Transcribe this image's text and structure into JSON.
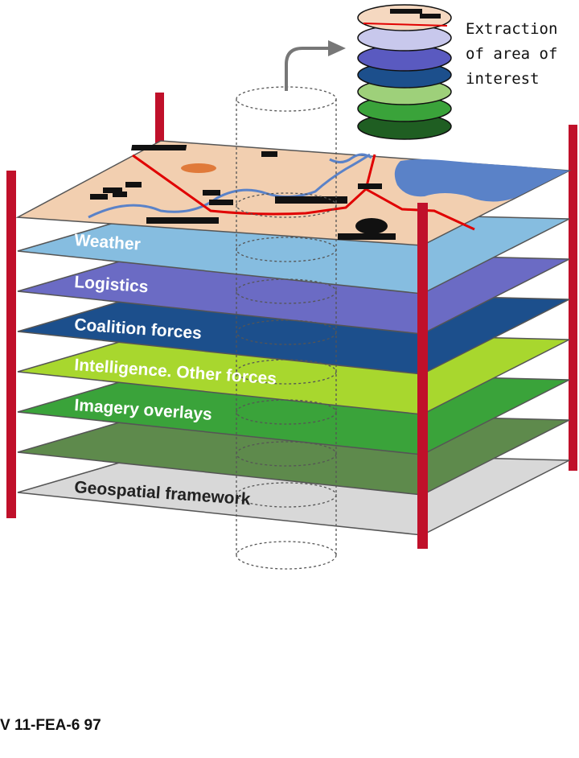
{
  "diagram": {
    "layers": [
      {
        "id": "weather",
        "label": "Weather",
        "color": "#86bde0"
      },
      {
        "id": "logistics",
        "label": "Logistics",
        "color": "#6b6bc4"
      },
      {
        "id": "coalition",
        "label": "Coalition forces",
        "color": "#1c4f8c"
      },
      {
        "id": "intelligence",
        "label": "Intelligence. Other forces",
        "color": "#a8d72e"
      },
      {
        "id": "imagery",
        "label": "Imagery overlays",
        "color": "#3aa33a"
      },
      {
        "id": "unlabeled",
        "label": "",
        "color": "#5e8a4c"
      },
      {
        "id": "geospatial",
        "label": "Geospatial framework",
        "color": "#d8d8d8"
      }
    ],
    "map_layer_color": "#f2cfb0",
    "post_color": "#c0102a",
    "stack_colors": [
      "#f5d8c0",
      "#c8c8ec",
      "#5a5ac0",
      "#1c4f8c",
      "#9ed07a",
      "#3aa33a",
      "#1f5e22"
    ],
    "callout": {
      "line1": "Extraction",
      "line2": "of area of",
      "line3": "interest"
    },
    "figure_id": "V 11-FEA-6 97"
  }
}
